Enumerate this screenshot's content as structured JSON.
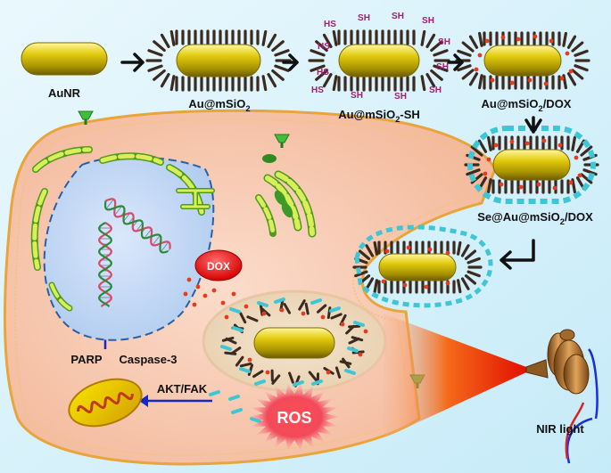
{
  "labels": {
    "aunr": "AuNR",
    "au_msio2": "Au@mSiO",
    "au_msio2_sub": "2",
    "au_msio2_sh": "Au@mSiO",
    "au_msio2_sh_sub": "2",
    "au_msio2_sh_suffix": "-SH",
    "au_msio2_dox": "Au@mSiO",
    "au_msio2_dox_sub": "2",
    "au_msio2_dox_suffix": "/DOX",
    "se_au_msio2_dox": "Se@Au@mSiO",
    "se_au_msio2_dox_sub": "2",
    "se_au_msio2_dox_suffix": "/DOX",
    "thiol": "SH",
    "thiol_left": "HS",
    "dox": "DOX",
    "parp": "PARP",
    "caspase3": "Caspase-3",
    "akt_fak": "AKT/FAK",
    "ros": "ROS",
    "nir_light": "NIR light"
  },
  "colors": {
    "background": "#d9f1fb",
    "gold": "#c9b400",
    "shell_spike": "#3a2a1f",
    "dox_dot": "#e53b1f",
    "selenium_coat": "#3fc6d6",
    "cell_fill": "#f7c9b0",
    "cell_border": "#e8a53a",
    "nucleus_fill": "#c9dcf5",
    "nucleus_border": "#2a5fa8",
    "arrow_blue": "#1428c8",
    "ros_red": "#e8303a",
    "laser_red": "#e2180a",
    "thiol_purple": "#a0206e"
  }
}
